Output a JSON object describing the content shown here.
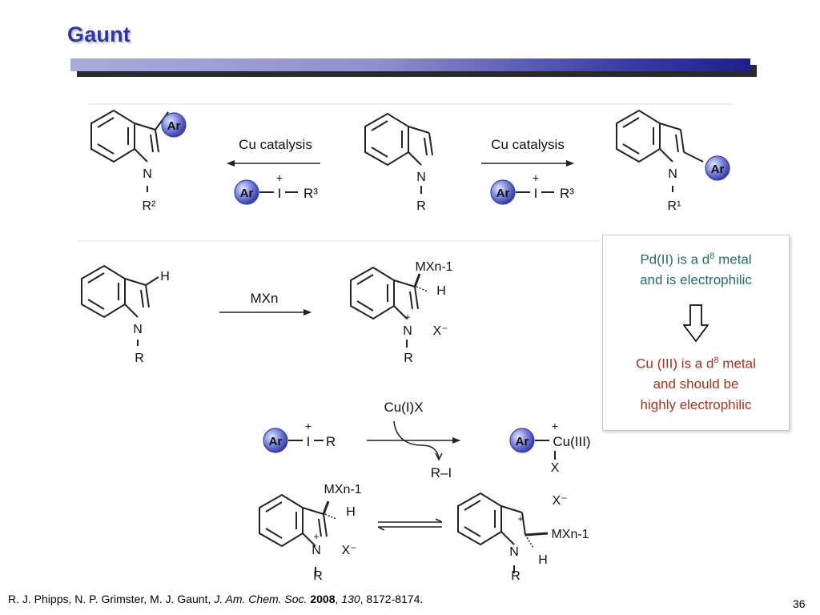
{
  "slide": {
    "title": "Gaunt",
    "page_number": "36"
  },
  "scheme": {
    "arrow_left_label": "Cu catalysis",
    "arrow_right_label": "Cu catalysis",
    "reagent_ar": "Ar",
    "reagent_i": "I",
    "reagent_plus": "+",
    "reagent_r3": "R³",
    "left_product_ar": "Ar",
    "left_product_n": "N",
    "left_product_r": "R²",
    "center_n": "N",
    "center_r": "R",
    "right_product_ar": "Ar",
    "right_product_n": "N",
    "right_product_r": "R¹",
    "mech_h": "H",
    "mech_n": "N",
    "mech_r": "R",
    "mech_arrow_label": "MXn",
    "intermediate_mx": "MXn-1",
    "intermediate_h": "H",
    "intermediate_n": "N",
    "intermediate_plus": "+",
    "intermediate_x": "X⁻",
    "intermediate_r": "R",
    "oxidation_reagent_ar": "Ar",
    "oxidation_reagent_i": "I",
    "oxidation_reagent_plus": "+",
    "oxidation_reagent_r": "R",
    "oxidation_catalyst": "Cu(I)X",
    "oxidation_byproduct": "R–I",
    "oxidation_product_ar": "Ar",
    "oxidation_product_cu": "Cu(III)",
    "oxidation_product_plus": "+",
    "oxidation_product_x": "X",
    "migration_left_mx": "MXn-1",
    "migration_left_h": "H",
    "migration_left_n": "N",
    "migration_left_plus": "+",
    "migration_left_x": "X⁻",
    "migration_left_r": "R",
    "migration_right_mx": "MXn-1",
    "migration_right_h": "H",
    "migration_right_n": "N",
    "migration_right_plus": "+",
    "migration_right_x": "X⁻",
    "migration_right_r": "R"
  },
  "note_box": {
    "line1": "Pd(II) is a d",
    "line1_sup": "8",
    "line1_end": " metal",
    "line2": "and is electrophilic",
    "line3": "Cu (III) is a d",
    "line3_sup": "8",
    "line3_end": " metal",
    "line4": "and should be",
    "line5": "highly electrophilic"
  },
  "citation": {
    "authors": "R. J. Phipps, N. P. Grimster, M. J. Gaunt, ",
    "journal": "J. Am. Chem. Soc.",
    "year": "2008",
    "volume": "130",
    "pages": ", 8172-8174."
  },
  "colors": {
    "title": "#2e37a8",
    "ar_ball": "#6f78d8",
    "note_green": "#2b6b64",
    "note_red": "#a13323"
  }
}
